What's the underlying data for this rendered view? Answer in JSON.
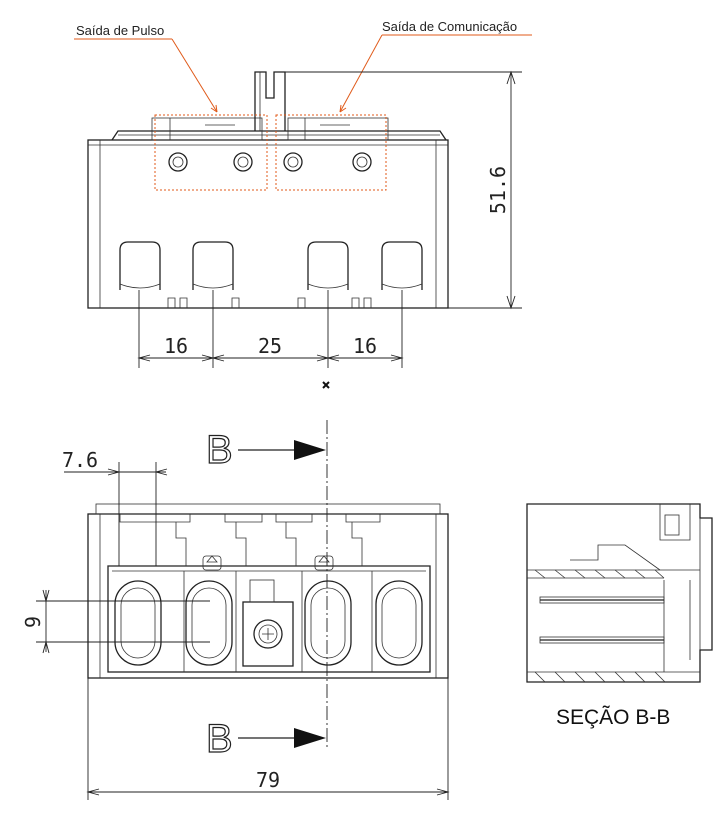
{
  "labels": {
    "pulse_output": "Saída de Pulso",
    "comm_output": "Saída de Comunicação",
    "section_title": "SEÇÃO B-B",
    "section_letter": "B"
  },
  "dimensions": {
    "height": "51.6",
    "spacing_left": "16",
    "spacing_middle": "25",
    "spacing_right": "16",
    "slot_offset": "7.6",
    "slot_pitch": "9",
    "overall_width": "79"
  },
  "colors": {
    "callout": "#e05a1a",
    "line": "#222222"
  }
}
